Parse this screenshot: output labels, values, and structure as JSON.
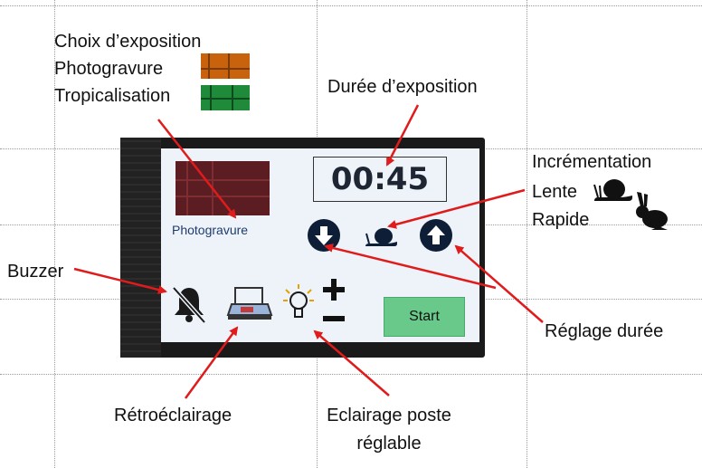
{
  "annotations": {
    "choix_line1": "Choix d’exposition",
    "choix_photogravure": "Photogravure",
    "choix_tropicalisation": "Tropicalisation",
    "duree_exposition": "Durée d’exposition",
    "incrementation": "Incrémentation",
    "lente": "Lente",
    "rapide": "Rapide",
    "buzzer": "Buzzer",
    "reglage_duree": "Réglage durée",
    "retroeclairage": "Rétroéclairage",
    "eclairage_line1": "Eclairage poste",
    "eclairage_line2": "réglable"
  },
  "screen": {
    "mode_label": "Photogravure",
    "timer": "00:45",
    "start_label": "Start",
    "icons": [
      "down-arrow-icon",
      "snail-icon",
      "up-arrow-icon",
      "bell-muted-icon",
      "lightbox-icon",
      "bulb-icon",
      "plus-icon",
      "minus-icon"
    ]
  },
  "colors": {
    "screen_bg": "#eef3fa",
    "start_button": "#68c98a",
    "round_buttons": "#0e1e36",
    "arrows": "#e01b1b",
    "pcb_orange": "#c9620c",
    "pcb_green": "#1f8a3a"
  }
}
